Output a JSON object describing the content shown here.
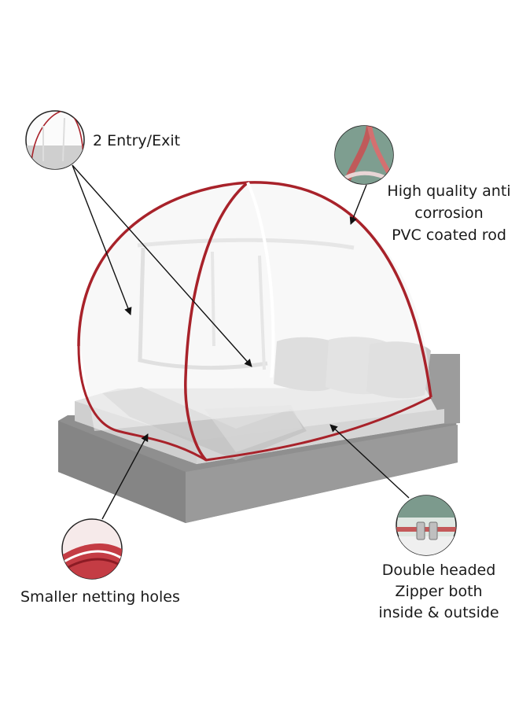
{
  "callouts": {
    "entry_exit": {
      "lines": [
        "2 Entry/Exit"
      ]
    },
    "rod": {
      "lines": [
        "High quality anti",
        "corrosion",
        "PVC coated rod"
      ]
    },
    "holes": {
      "lines": [
        "Smaller netting holes"
      ]
    },
    "zipper": {
      "lines": [
        "Double headed",
        "Zipper both",
        "inside & outside"
      ]
    }
  },
  "colors": {
    "tent_trim": "#a8222a",
    "mesh": "#eeeeee",
    "bed_base": "#8f8f8f",
    "sheet": "#dcdcdc",
    "arrow": "#111111"
  }
}
